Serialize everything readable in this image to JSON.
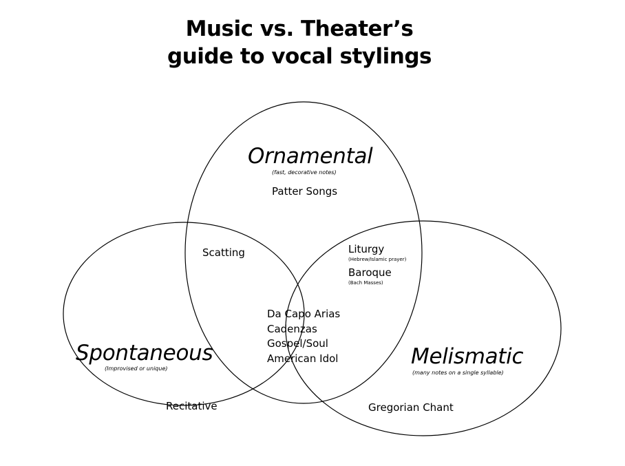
{
  "title": {
    "line1": "Music vs. Theater’s",
    "line2": "guide to vocal stylings"
  },
  "sets": {
    "ornamental": {
      "name": "Ornamental",
      "note": "(fast, decorative notes)",
      "items": [
        "Patter Songs"
      ]
    },
    "spontaneous": {
      "name": "Spontaneous",
      "note": "(Improvised or unique)",
      "items": [
        "Recitative"
      ]
    },
    "melismatic": {
      "name": "Melismatic",
      "note": "(many notes on a single syllable)",
      "items": [
        "Gregorian Chant"
      ]
    }
  },
  "intersections": {
    "ornamental_spontaneous": [
      "Scatting"
    ],
    "ornamental_melismatic": [
      {
        "name": "Liturgy",
        "note": "(Hebrew/Islamic prayer)"
      },
      {
        "name": "Baroque",
        "note": "(Bach Masses)"
      }
    ],
    "all_three": [
      "Da Capo Arias",
      "Cadenzas",
      "Gospel/Soul",
      "American Idol"
    ]
  }
}
